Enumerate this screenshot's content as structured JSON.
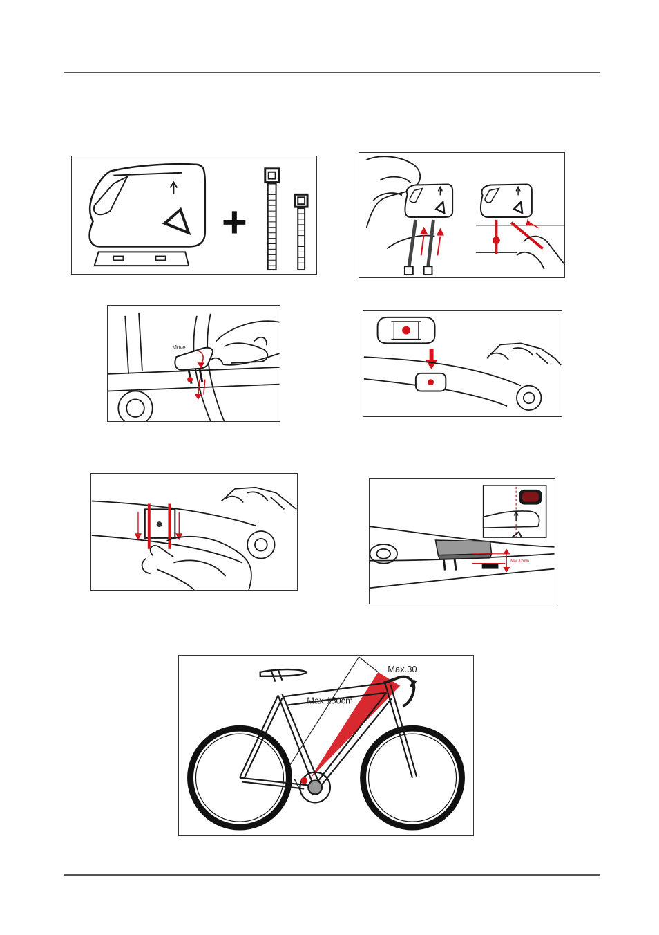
{
  "panels": {
    "sensor_kit": {
      "plus_symbol": "+"
    },
    "install_ties": {},
    "move_sensor": {
      "move_label": "Move"
    },
    "magnet_position": {},
    "tighten_ties": {},
    "gap_check": {
      "gap_label": "Max.12mm"
    },
    "bike_range": {
      "angle_label": "Max.30",
      "distance_label": "Max.150cm"
    }
  },
  "colors": {
    "accent_red": "#d4121a",
    "line": "#1a1a1a",
    "sensor_fill": "#999999"
  }
}
